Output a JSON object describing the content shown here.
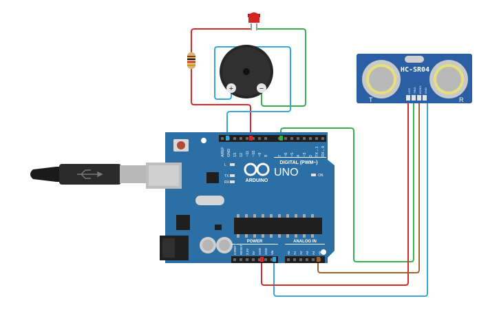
{
  "colors": {
    "board": "#2c6fa5",
    "board_dark": "#1d4f79",
    "sensor": "#2a5fa3",
    "wire_red": "#d42a2a",
    "wire_green": "#38b04a",
    "wire_blue": "#3aa6d8",
    "wire_brown": "#a0622c"
  },
  "sensor": {
    "model": "HC-SR04",
    "left_mark": "T",
    "right_mark": "R",
    "pins": [
      "VCC",
      "TRIG",
      "ECHO",
      "GND"
    ]
  },
  "buzzer": {
    "plus": "+",
    "minus": "−"
  },
  "board": {
    "brand": "ARDUINO",
    "model": "UNO",
    "digital_label": "DIGITAL (PWM~)",
    "on_label": "ON",
    "led_l": "L",
    "led_tx": "TX",
    "led_rx": "RX",
    "power_label": "POWER",
    "analog_label": "ANALOG IN",
    "top_pins": [
      "AREF",
      "GND",
      "13",
      "12",
      "~11",
      "~10",
      "~9",
      "8",
      "7",
      "~6",
      "~5",
      "4",
      "~3",
      "2",
      "TX→1",
      "RX←0"
    ],
    "power_pins": [
      "IOREF",
      "RESET",
      "3.3V",
      "5V",
      "GND",
      "GND",
      "Vin"
    ],
    "analog_pins": [
      "A0",
      "A1",
      "A2",
      "A3",
      "A4",
      "A5"
    ]
  },
  "icons": {
    "usb": "usb-icon",
    "infinity": "infinity-logo-icon"
  }
}
